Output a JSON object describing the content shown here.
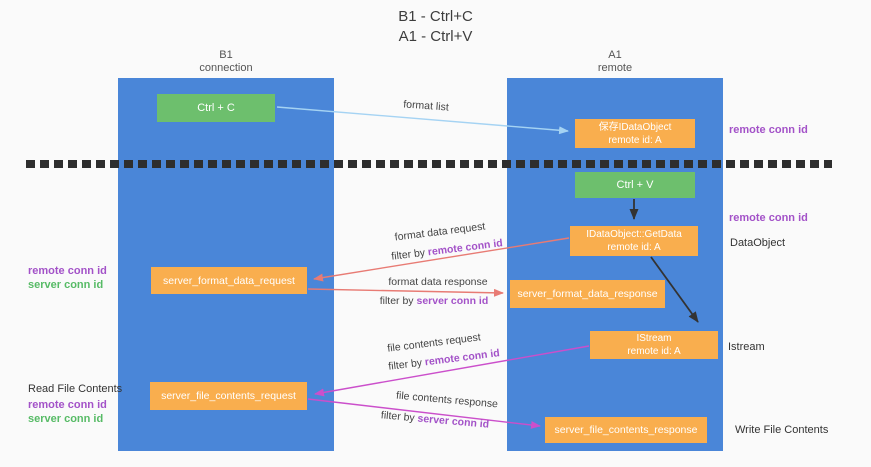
{
  "title": {
    "line1": "B1 - Ctrl+C",
    "line2": "A1 - Ctrl+V"
  },
  "columns": {
    "left": {
      "name": "B1",
      "role": "connection"
    },
    "right": {
      "name": "A1",
      "role": "remote"
    }
  },
  "nodes": {
    "ctrl_c": {
      "label": "Ctrl + C"
    },
    "ctrl_v": {
      "label": "Ctrl + V"
    },
    "save_dataobject": {
      "line1": "保存IDataObject",
      "line2": "remote id: A"
    },
    "getdata": {
      "line1": "IDataObject::GetData",
      "line2": "remote id: A"
    },
    "istream": {
      "line1": "IStream",
      "line2": "remote id: A"
    },
    "format_request": {
      "label": "server_format_data_request"
    },
    "format_response": {
      "label": "server_format_data_response"
    },
    "file_request": {
      "label": "server_file_contents_request"
    },
    "file_response": {
      "label": "server_file_contents_response"
    }
  },
  "edge_labels": {
    "format_list": "format list",
    "format_data_request": "format data request",
    "format_data_response": "format data response",
    "file_contents_request": "file contents request",
    "file_contents_response": "file contents response"
  },
  "strings": {
    "filter_by": "filter by ",
    "remote_conn_id": "remote conn id",
    "server_conn_id": "server conn id"
  },
  "side_labels": {
    "dataobject": "DataObject",
    "istream": "Istream",
    "read_file_contents": "Read File Contents",
    "write_file_contents": "Write File Contents"
  },
  "colors": {
    "column_blue": "#4a86d8",
    "node_green": "#6dbf6d",
    "node_orange": "#f9ae4e",
    "arrow_light_blue": "#a5d3f3",
    "arrow_red": "#e87b74",
    "arrow_magenta": "#cb4fcb",
    "arrow_black": "#333333",
    "text_purple": "#a352c8",
    "text_green": "#57bb66",
    "background": "#fafafa"
  }
}
